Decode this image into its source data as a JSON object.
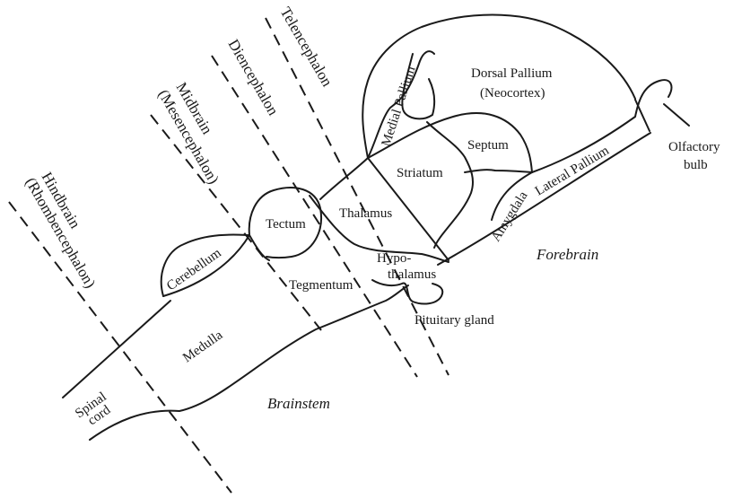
{
  "regions": {
    "dorsal_pallium": "Dorsal Pallium",
    "neocortex": "(Neocortex)",
    "medial_pallium": "Medial Pallium",
    "septum": "Septum",
    "striatum": "Striatum",
    "lateral_pallium": "Lateral Pallium",
    "amygdala": "Amygdala",
    "olfactory": "Olfactory",
    "bulb": "bulb",
    "thalamus": "Thalamus",
    "tectum": "Tectum",
    "cerebellum": "Cerebellum",
    "tegmentum": "Tegmentum",
    "hypo": "Hypo-",
    "thalamus_part": "thalamus",
    "pituitary": "Pituitary gland",
    "medulla": "Medulla",
    "spinal": "Spinal",
    "cord": "cord"
  },
  "divisions": {
    "telencephalon": "Telencephalon",
    "diencephalon": "Diencephalon",
    "midbrain": "Midbrain",
    "mesencephalon": "(Mesencephalon)",
    "hindbrain": "Hindbrain",
    "rhombencephalon": "(Rhombencephalon)"
  },
  "areas": {
    "forebrain": "Forebrain",
    "brainstem": "Brainstem"
  }
}
